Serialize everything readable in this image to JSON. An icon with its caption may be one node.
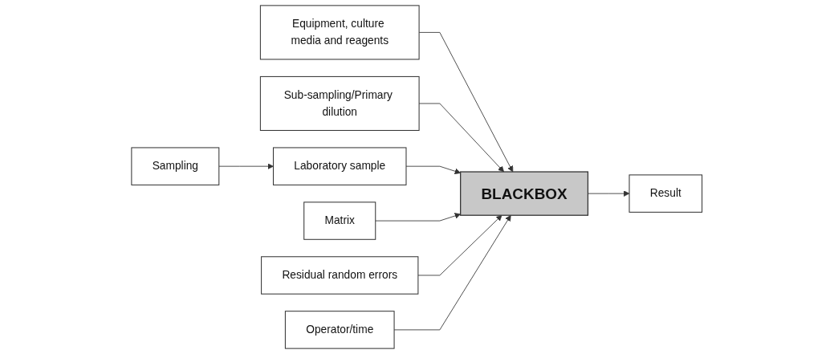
{
  "diagram": {
    "nodes": [
      {
        "text": [
          "Sampling"
        ]
      },
      {
        "text": [
          "Equipment, culture media and reagents"
        ]
      },
      {
        "text": [
          "Sub-sampling/Primary dilution"
        ]
      },
      {
        "text": [
          "Laboratory sample"
        ]
      },
      {
        "text": [
          "BLACKBOX"
        ]
      },
      {
        "text": [
          "Result"
        ]
      },
      {
        "text": [
          "Matrix"
        ]
      },
      {
        "text": [
          "Residual random errors"
        ]
      },
      {
        "text": [
          "Operator/time"
        ]
      }
    ],
    "edges": [
      {
        "from": 0,
        "to": 3,
        "arrow": "to"
      },
      {
        "from": 1,
        "to": 4,
        "arrow": "to"
      },
      {
        "from": 2,
        "to": 4,
        "arrow": "to"
      },
      {
        "from": 3,
        "to": 4,
        "arrow": "to"
      },
      {
        "from": 4,
        "to": 5,
        "arrow": "to"
      },
      {
        "from": 6,
        "to": 4,
        "arrow": "to"
      },
      {
        "from": 7,
        "to": 4,
        "arrow": "to"
      },
      {
        "from": 8,
        "to": 4,
        "arrow": "to"
      }
    ]
  }
}
